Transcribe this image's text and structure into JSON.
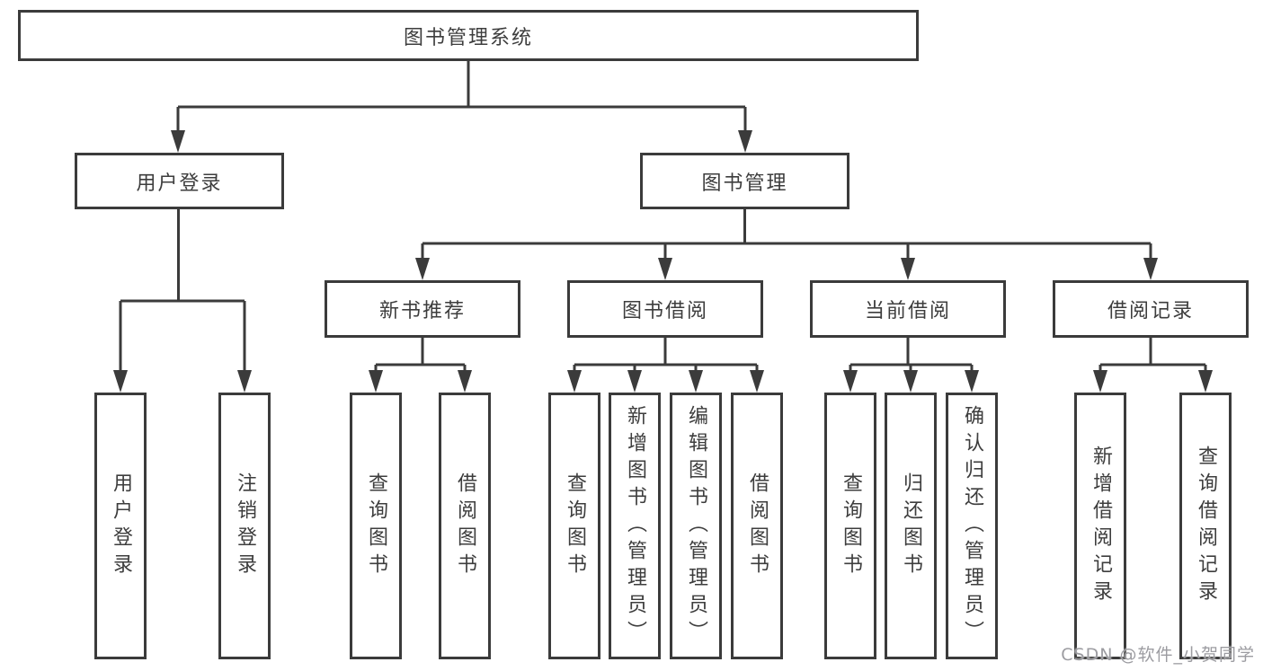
{
  "tree": {
    "label": "图书管理系统",
    "children": [
      {
        "label": "用户登录",
        "children": [
          {
            "label": "用户登录"
          },
          {
            "label": "注销登录"
          }
        ]
      },
      {
        "label": "图书管理",
        "children": [
          {
            "label": "新书推荐",
            "children": [
              {
                "label": "查询图书"
              },
              {
                "label": "借阅图书"
              }
            ]
          },
          {
            "label": "图书借阅",
            "children": [
              {
                "label": "查询图书"
              },
              {
                "label": "新增图书（管理员）"
              },
              {
                "label": "编辑图书（管理员）"
              },
              {
                "label": "借阅图书"
              }
            ]
          },
          {
            "label": "当前借阅",
            "children": [
              {
                "label": "查询图书"
              },
              {
                "label": "归还图书"
              },
              {
                "label": "确认归还（管理员）"
              }
            ]
          },
          {
            "label": "借阅记录",
            "children": [
              {
                "label": "新增借阅记录"
              },
              {
                "label": "查询借阅记录"
              }
            ]
          }
        ]
      }
    ]
  },
  "watermark": "CSDN @软件_小贺同学",
  "colors": {
    "line": "#3b3b3b",
    "box_border": "#3b3b3b",
    "text": "#3d3d3d",
    "watermark_text": "#9c9ca1",
    "background": "#ffffff"
  }
}
